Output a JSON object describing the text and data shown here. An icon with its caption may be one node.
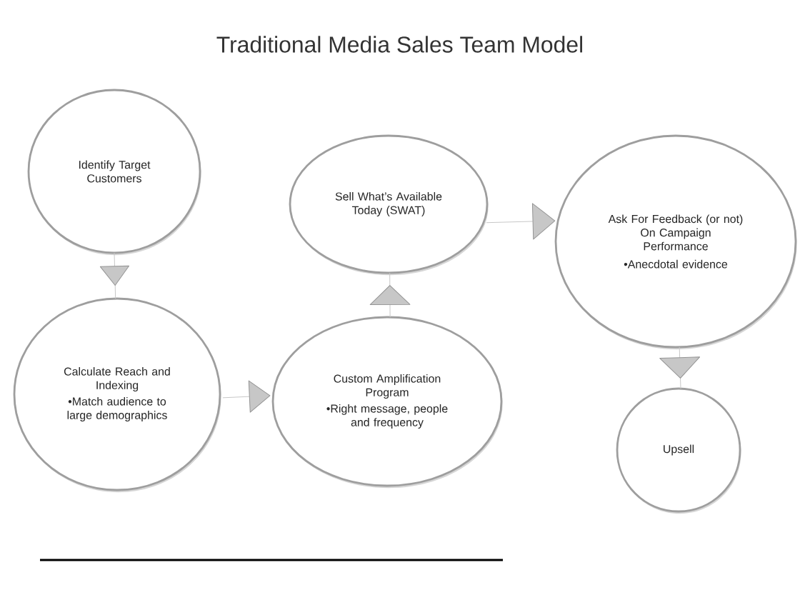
{
  "diagram": {
    "title": "Traditional Media Sales Team Model",
    "nodes": [
      {
        "text": [
          "Identify Target Customers"
        ]
      },
      {
        "text": [
          "Calculate Reach and Indexing",
          "•Match audience to large demographics"
        ]
      },
      {
        "text": [
          "Custom Amplification Program",
          "•Right message, people and frequency"
        ]
      },
      {
        "text": [
          "Sell What’s Available Today (SWAT)"
        ]
      },
      {
        "text": [
          "Ask For Feedback (or not) On Campaign Performance",
          "•Anecdotal evidence"
        ]
      },
      {
        "text": [
          "Upsell"
        ]
      }
    ],
    "edges": [
      {
        "from": 0,
        "to": 1,
        "arrow": "to"
      },
      {
        "from": 1,
        "to": 2,
        "arrow": "to"
      },
      {
        "from": 2,
        "to": 3,
        "arrow": "to"
      },
      {
        "from": 3,
        "to": 4,
        "arrow": "to"
      },
      {
        "from": 4,
        "to": 5,
        "arrow": "to"
      }
    ]
  }
}
